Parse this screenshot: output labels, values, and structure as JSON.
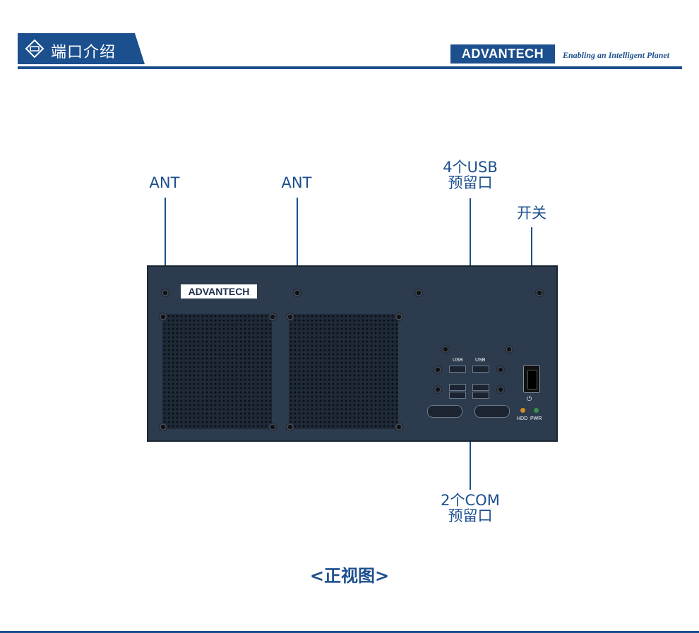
{
  "header": {
    "title": "端口介绍",
    "brand": "ADVANTECH",
    "tagline": "Enabling an Intelligent Planet"
  },
  "callouts": {
    "ant_left": "ANT",
    "ant_right": "ANT",
    "usb_line1": "4个USB",
    "usb_line2": "预留口",
    "power": "开关",
    "com_line1": "2个COM",
    "com_line2": "预留口"
  },
  "device": {
    "logo": "ADVANTECH",
    "usb_label": "USB",
    "power_symbol": "⏻",
    "hdd_label": "HDD",
    "pwr_label": "PWR",
    "hdd_led_color": "#d28a2a",
    "pwr_led_color": "#3a8f4a"
  },
  "caption": "<正视图>",
  "colors": {
    "accent": "#1c4f8e",
    "chassis": "#2c3b4e"
  }
}
